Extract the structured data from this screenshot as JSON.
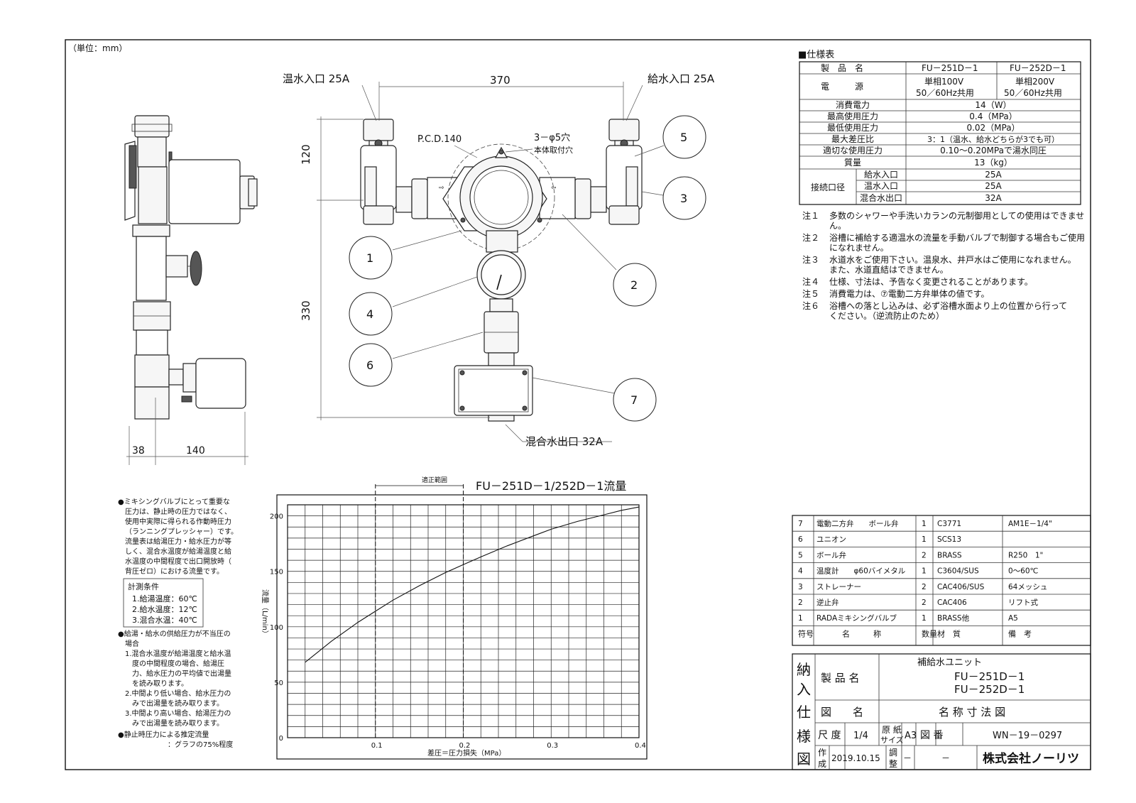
{
  "unit_label": "（単位：mm）",
  "labels": {
    "hot_inlet": "温水入口 25A",
    "cold_inlet": "給水入口 25A",
    "mixed_outlet": "混合水出口 32A",
    "pcd": "P.C.D.140",
    "holes": "3－φ5穴",
    "holes_sub": "本体取付穴"
  },
  "dimensions": {
    "width": "370",
    "height_top": "120",
    "height_main": "330",
    "side_a": "38",
    "side_b": "140"
  },
  "callouts": [
    "1",
    "2",
    "3",
    "4",
    "5",
    "6",
    "7"
  ],
  "spec": {
    "heading": "■仕様表",
    "col_product": "製　品　名",
    "col_a": "FU－251D－1",
    "col_b": "FU－252D－1",
    "power_label": "電　　　源",
    "power_a1": "単相100V",
    "power_a2": "50／60Hz共用",
    "power_b1": "単相200V",
    "power_b2": "50／60Hz共用",
    "rows": [
      {
        "label": "消費電力",
        "value": "14（W）"
      },
      {
        "label": "最高使用圧力",
        "value": "0.4（MPa）"
      },
      {
        "label": "最低使用圧力",
        "value": "0.02（MPa）"
      },
      {
        "label": "最大差圧比",
        "value": "3：1（温水、給水どちらが3でも可）"
      },
      {
        "label": "適切な使用圧力",
        "value": "0.10～0.20MPaで湯水同圧"
      },
      {
        "label": "質量",
        "value": "13（kg）"
      }
    ],
    "conn_label": "接続口径",
    "conn": [
      {
        "label": "給水入口",
        "value": "25A"
      },
      {
        "label": "温水入口",
        "value": "25A"
      },
      {
        "label": "混合水出口",
        "value": "32A"
      }
    ]
  },
  "notes": [
    {
      "no": "注１",
      "text": "多数のシャワーや手洗いカランの元制御用としての使用はできませ",
      "cont": "ん。"
    },
    {
      "no": "注２",
      "text": "浴槽に補給する適温水の流量を手動バルブで制御する場合もご使用",
      "cont": "になれません。"
    },
    {
      "no": "注３",
      "text": "水道水をご使用下さい。温泉水、井戸水はご使用になれません。",
      "cont": "また、水道直結はできません。"
    },
    {
      "no": "注４",
      "text": "仕様、寸法は、予告なく変更されることがあります。",
      "cont": ""
    },
    {
      "no": "注５",
      "text": "消費電力は、⑦電動二方弁単体の値です。",
      "cont": ""
    },
    {
      "no": "注６",
      "text": "浴槽への落とし込みは、必ず浴槽水面より上の位置から行って",
      "cont": "ください。（逆流防止のため）"
    }
  ],
  "parts": {
    "rows": [
      {
        "no": "7",
        "name": "電動二方弁　　ボール弁",
        "qty": "1",
        "material": "C3771",
        "remark": "AM1E－1/4\""
      },
      {
        "no": "6",
        "name": "ユニオン",
        "qty": "1",
        "material": "SCS13",
        "remark": ""
      },
      {
        "no": "5",
        "name": "ボール弁",
        "qty": "2",
        "material": "BRASS",
        "remark": "R250　1\""
      },
      {
        "no": "4",
        "name": "温度計　　φ60バイメタル",
        "qty": "1",
        "material": "C3604/SUS",
        "remark": "0～60℃"
      },
      {
        "no": "3",
        "name": "ストレーナー",
        "qty": "2",
        "material": "CAC406/SUS",
        "remark": "64メッシュ"
      },
      {
        "no": "2",
        "name": "逆止弁",
        "qty": "2",
        "material": "CAC406",
        "remark": "リフト式"
      },
      {
        "no": "1",
        "name": "RADAミキシングバルブ",
        "qty": "1",
        "material": "BRASS他",
        "remark": "A5"
      }
    ],
    "header": {
      "no": "符号",
      "name": "名　　　称",
      "qty": "数量",
      "material": "材　質",
      "remark": "備　考"
    }
  },
  "titleblock": {
    "side": [
      "納",
      "入",
      "仕",
      "様",
      "図"
    ],
    "product_label": "製 品 名",
    "product_type": "補給水ユニット",
    "product_a": "FU－251D－1",
    "product_b": "FU－252D－1",
    "drawing_label": "図　　名",
    "drawing_name": "名 称 寸 法 図",
    "scale_label": "尺 度",
    "scale": "1/4",
    "paper_label1": "原 紙",
    "paper_label2": "サイズ",
    "paper": "A3",
    "drawing_no_label": "図 番",
    "drawing_no": "WN－19－0297",
    "made_label1": "作",
    "made_label2": "成",
    "date": "2019.10.15",
    "adjust_label1": "調",
    "adjust_label2": "整",
    "adjust": "－",
    "dash2": "－",
    "company": "株式会社ノーリツ"
  },
  "flow_notes": {
    "p1": [
      "●ミキシングバルブにとって重要な",
      "圧力は、静止時の圧力ではなく、",
      "使用中実際に得られる作動時圧力",
      "（ランニングプレッシャー）です。",
      "流量表は給湯圧力・給水圧力が等",
      "しく、混合水温度が給湯温度と給",
      "水温度の中間程度で出口開放時（",
      "背圧ゼロ）における流量です。"
    ],
    "cond_title": "計測条件",
    "cond": [
      "1.給湯温度：60℃",
      "2.給水温度：12℃",
      "3.混合水温：40℃"
    ],
    "p2": [
      "●給湯・給水の供給圧力が不当圧の",
      "場合",
      "1.混合水温度が給湯温度と給水温",
      "度の中間程度の場合、給湯圧",
      "力、給水圧力の平均値で出湯量",
      "を読み取ります。",
      "2.中間より低い場合、給水圧力の",
      "みで出湯量を読み取ります。",
      "3.中間より高い場合、給湯圧力の",
      "みで出湯量を読み取ります。",
      "●静止時圧力による推定流量",
      "：グラフの75%程度"
    ]
  },
  "chart_data": {
    "type": "line",
    "title": "FU－251D－1/252D－1流量",
    "xlabel": "差圧＝圧力損失（MPa）",
    "ylabel": "流量（L/min）",
    "xlim": [
      0,
      0.4
    ],
    "ylim": [
      0,
      210
    ],
    "xticks": [
      "0.1",
      "0.2",
      "0.3",
      "0.4"
    ],
    "yticks": [
      "0",
      "50",
      "100",
      "150",
      "200"
    ],
    "range_label": "適正範囲",
    "range": [
      0.1,
      0.2
    ],
    "grid": true,
    "series": [
      {
        "x": [
          0.02,
          0.05,
          0.08,
          0.1,
          0.12,
          0.15,
          0.18,
          0.2,
          0.22,
          0.25,
          0.28,
          0.3,
          0.33,
          0.36,
          0.38,
          0.4
        ],
        "y": [
          68,
          87,
          104,
          114,
          124,
          137,
          149,
          156,
          163,
          173,
          182,
          188,
          195,
          201,
          205,
          208
        ]
      }
    ]
  }
}
